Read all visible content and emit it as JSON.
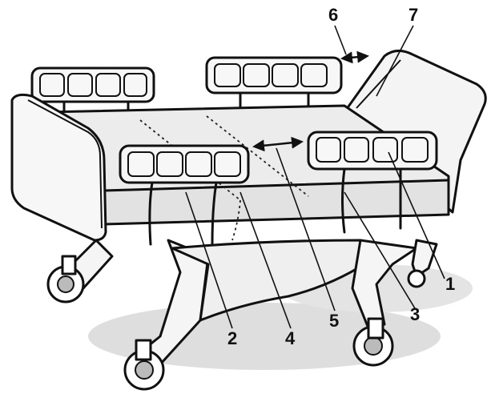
{
  "diagram": {
    "colors": {
      "ink": "#111111",
      "panel_fill": "#f7f7f7",
      "shade": "#d9d9d9",
      "mattress_top": "#ececec",
      "shadow": "#cfcfcf"
    },
    "callouts": [
      {
        "id": "c1",
        "label": "1"
      },
      {
        "id": "c2",
        "label": "2"
      },
      {
        "id": "c3",
        "label": "3"
      },
      {
        "id": "c4",
        "label": "4"
      },
      {
        "id": "c5",
        "label": "5"
      },
      {
        "id": "c6",
        "label": "6"
      },
      {
        "id": "c7",
        "label": "7"
      }
    ]
  }
}
